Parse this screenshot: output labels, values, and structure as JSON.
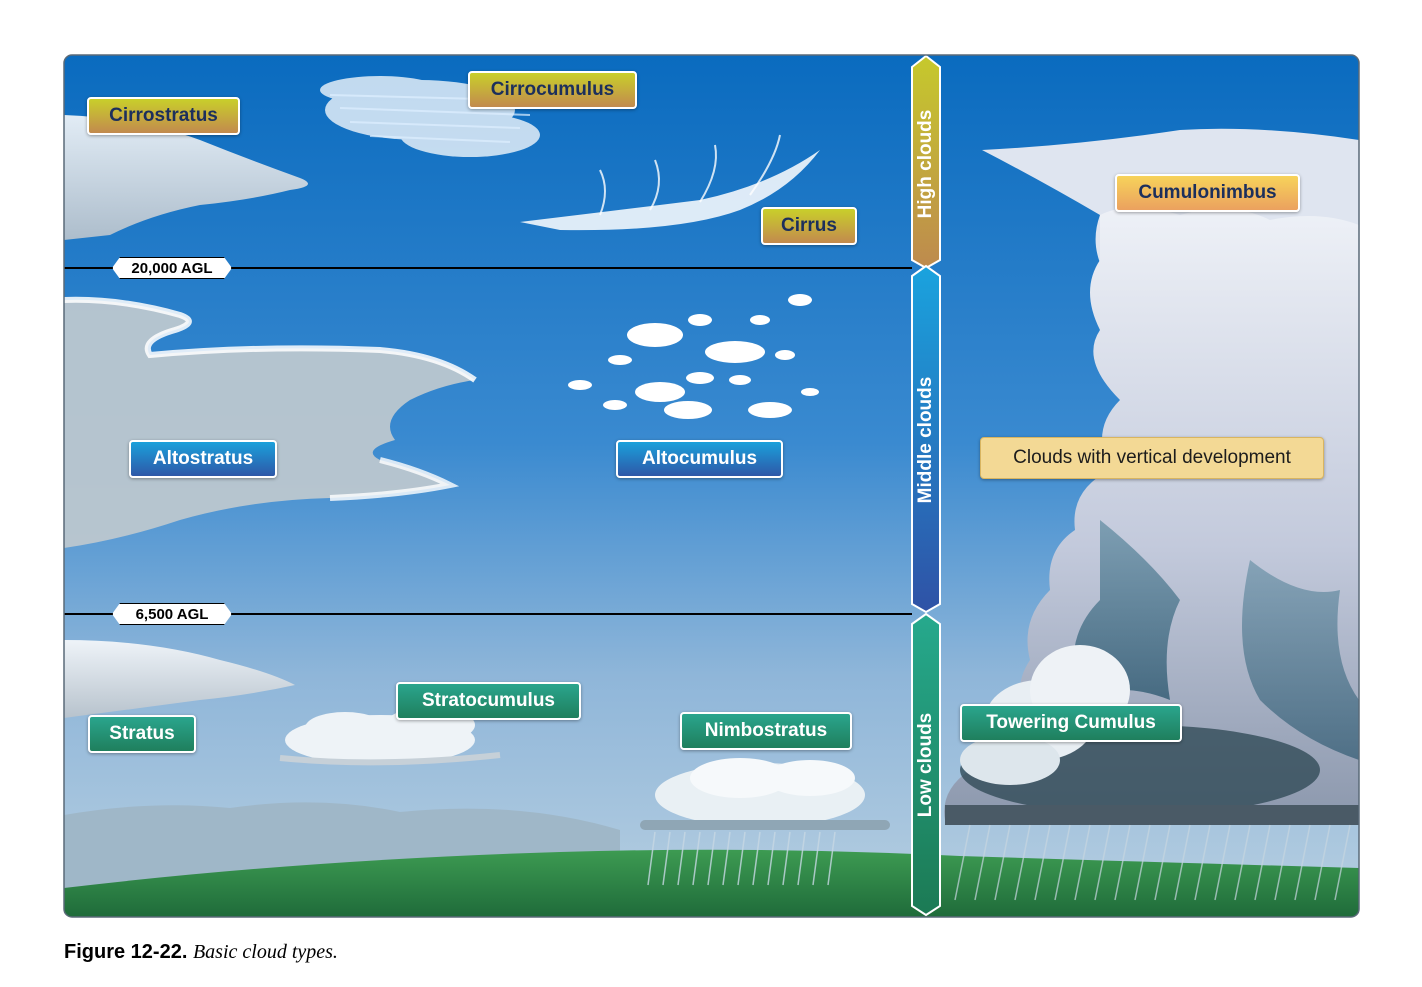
{
  "labels": {
    "cirrostratus": "Cirrostratus",
    "cirrocumulus": "Cirrocumulus",
    "cirrus": "Cirrus",
    "altostratus": "Altostratus",
    "altocumulus": "Altocumulus",
    "stratus": "Stratus",
    "stratocumulus": "Stratocumulus",
    "nimbostratus": "Nimbostratus",
    "cumulonimbus": "Cumulonimbus",
    "vertical_development": "Clouds with vertical development",
    "towering_cumulus": "Towering Cumulus"
  },
  "altitude_markers": {
    "upper": "20,000 AGL",
    "lower": "6,500 AGL"
  },
  "bands": {
    "high": "High clouds",
    "middle": "Middle clouds",
    "low": "Low clouds"
  },
  "caption": {
    "number": "Figure 12-22.",
    "text": "Basic cloud types."
  },
  "colors": {
    "sky_top": "#0a6bbf",
    "sky_bottom": "#a9c7df",
    "ground": "#2f8a4a",
    "high_band": "#c2a23c",
    "middle_band": "#2a7fd0",
    "low_band": "#239a6e"
  }
}
